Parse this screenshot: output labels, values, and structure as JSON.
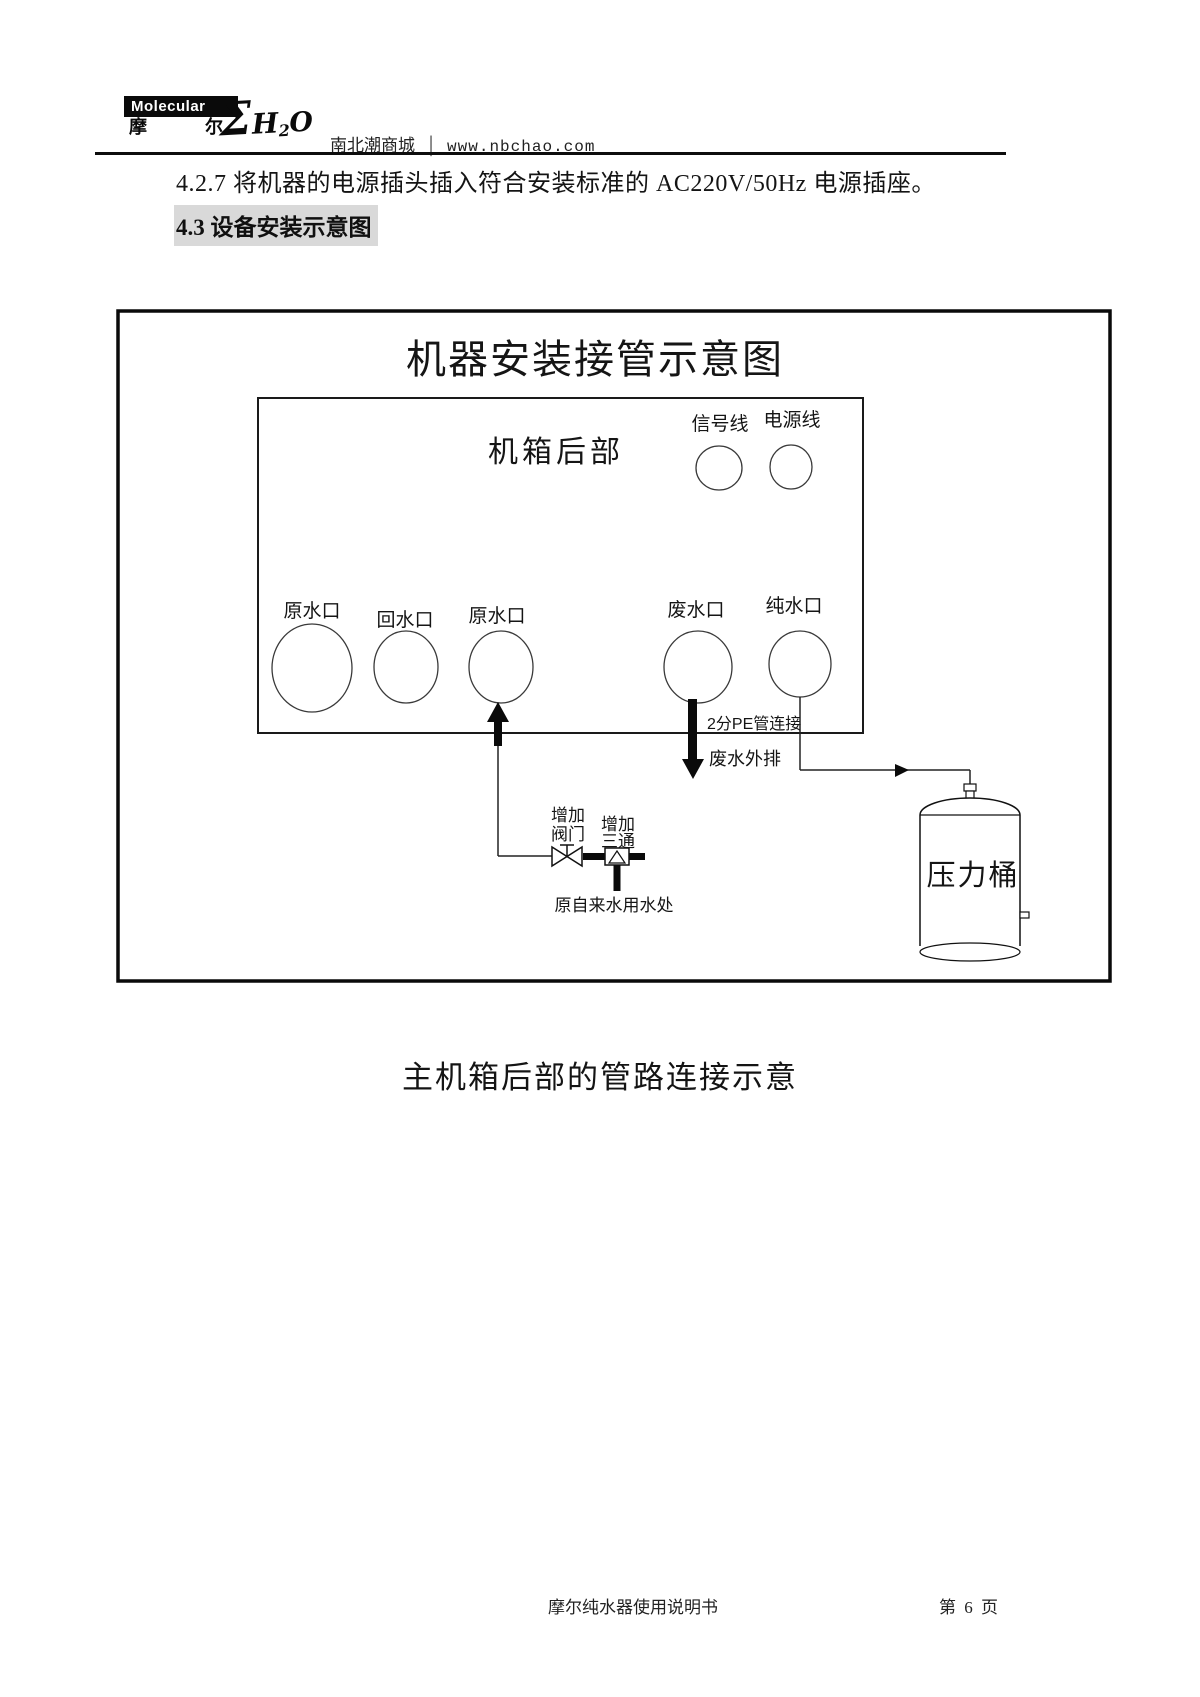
{
  "logo": {
    "brand": "Molecular",
    "brand_cn_1": "摩",
    "brand_cn_2": "尔",
    "sigma": "Σ",
    "formula_h": "H",
    "formula_2": "2",
    "formula_o": "O"
  },
  "header": {
    "site_name": "南北潮商城",
    "separator": "│",
    "site_url": "www.nbchao.com"
  },
  "content": {
    "step_427": "4.2.7 将机器的电源插头插入符合安装标准的 AC220V/50Hz 电源插座。",
    "section_43": "4.3 设备安装示意图",
    "caption": "主机箱后部的管路连接示意"
  },
  "diagram": {
    "title": "机器安装接管示意图",
    "cabinet_rear": "机箱后部",
    "signal_line": "信号线",
    "power_line": "电源线",
    "ports": {
      "raw_water_1": "原水口",
      "return_water": "回水口",
      "raw_water_2": "原水口",
      "waste_water": "废水口",
      "pure_water": "纯水口"
    },
    "pe_pipe": "2分PE管连接",
    "waste_drain": "废水外排",
    "add_valve_1": "增加",
    "add_valve_2": "阀门",
    "add_tee_1": "增加",
    "add_tee_2": "三通",
    "tap_water_source": "原自来水用水处",
    "pressure_tank": "压力桶"
  },
  "footer": {
    "doc_title": "摩尔纯水器使用说明书",
    "page_number": "第 6 页"
  },
  "colors": {
    "ink": "#1a1a1a",
    "highlight": "#d9d9d9"
  }
}
